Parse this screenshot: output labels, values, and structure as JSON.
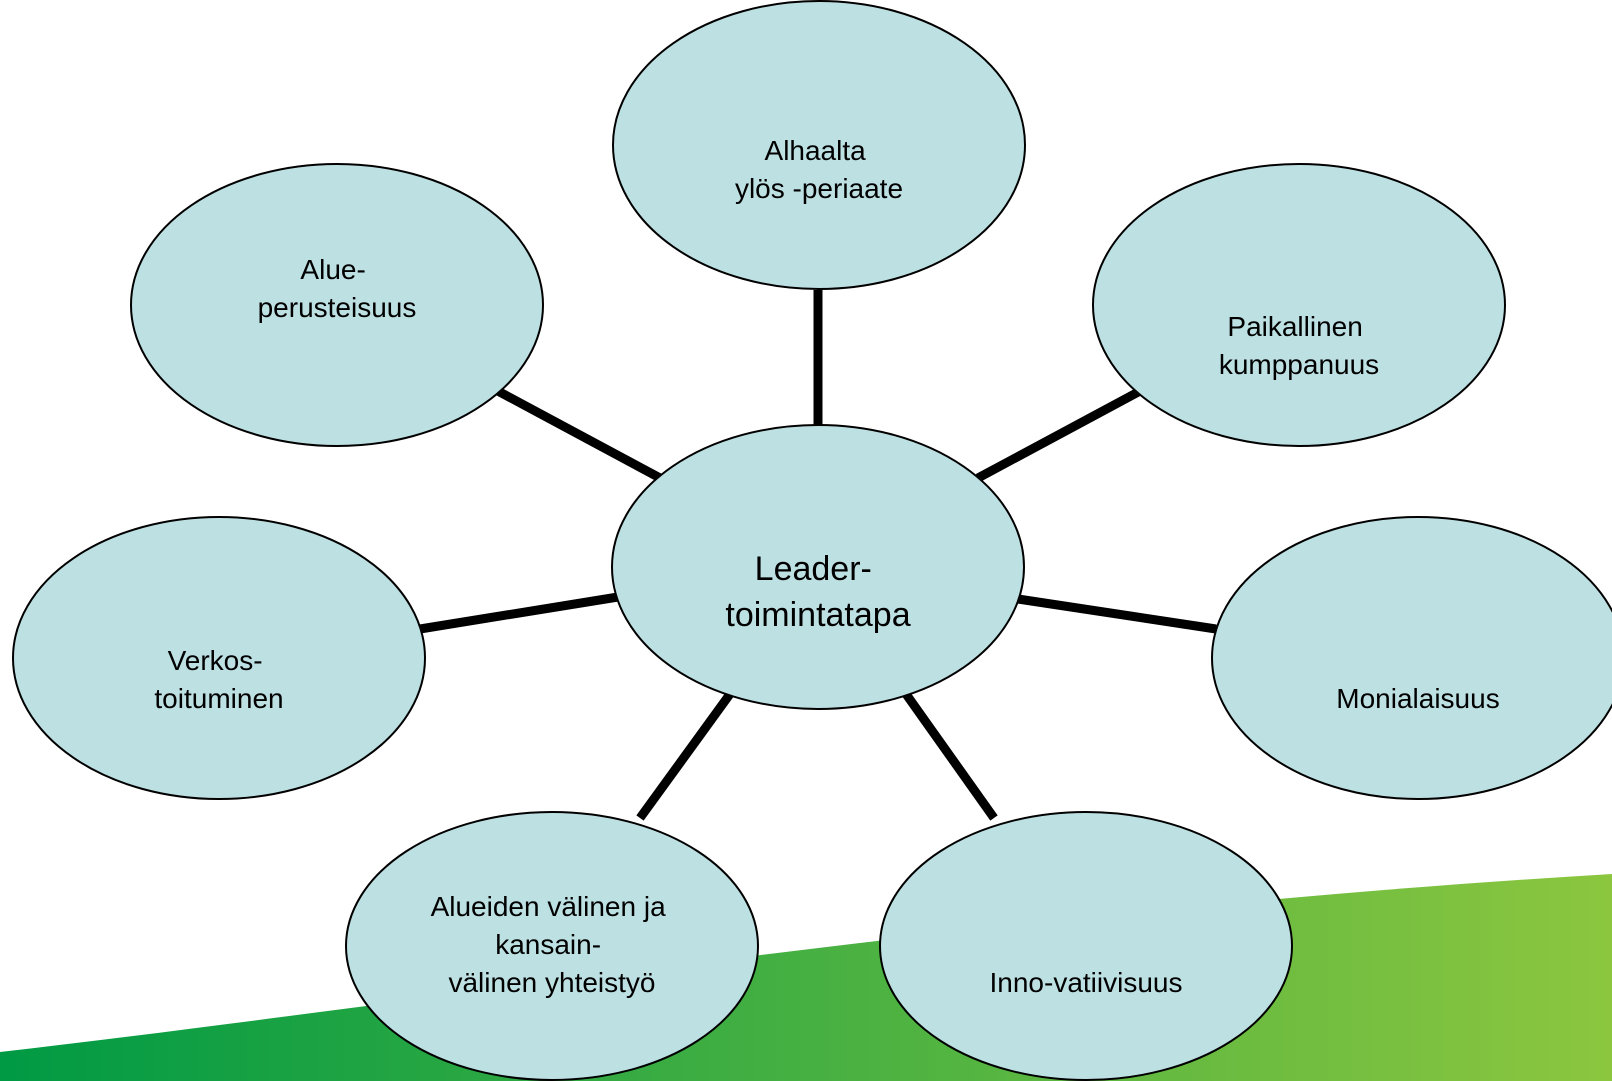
{
  "diagram": {
    "center": {
      "id": "leader",
      "lines": [
        "Leader-",
        "toimintatapa"
      ]
    },
    "nodes": [
      {
        "id": "alhaalta",
        "lines": [
          "Alhaalta",
          "ylös -periaate"
        ]
      },
      {
        "id": "paikallinen",
        "lines": [
          "Paikallinen",
          "kumppanuus"
        ]
      },
      {
        "id": "monialaisuus",
        "lines": [
          "Monialaisuus"
        ]
      },
      {
        "id": "innovatiivisuus",
        "lines": [
          "Inno-vatiivisuus"
        ]
      },
      {
        "id": "yhteistyo",
        "lines": [
          "Alueiden välinen ja",
          "kansain-",
          "välinen yhteistyö"
        ]
      },
      {
        "id": "verkostoituminen",
        "lines": [
          "Verkos-",
          "toituminen"
        ]
      },
      {
        "id": "alueperusteisuus",
        "lines": [
          "Alue-",
          "perusteisuus"
        ]
      }
    ],
    "colors": {
      "ellipse_fill": "#bde0e3",
      "ellipse_stroke": "#000000",
      "connector": "#000000",
      "band_light": "#8cc63f",
      "band_dark": "#009a44"
    }
  }
}
